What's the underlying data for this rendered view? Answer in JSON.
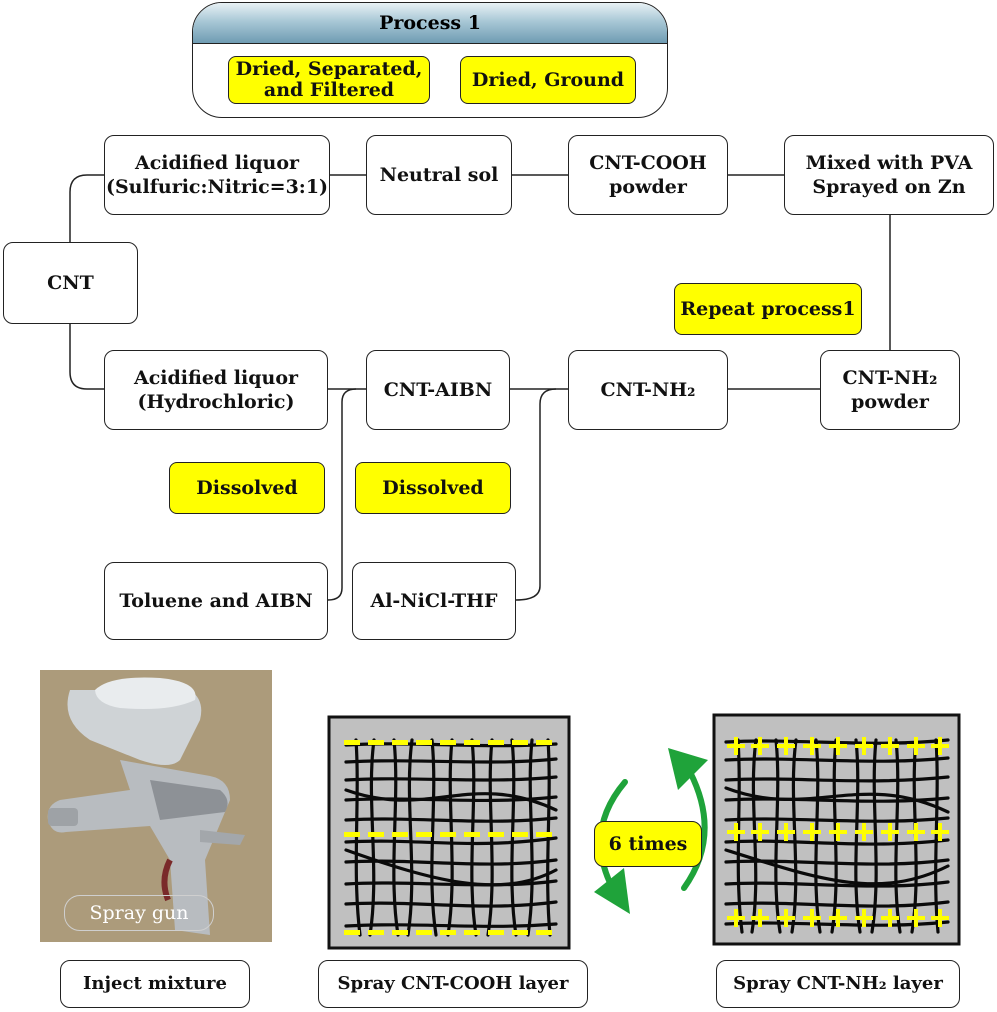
{
  "process": {
    "title": "Process 1",
    "step_a": "Dried, Separated,\nand Filtered",
    "step_b": "Dried, Ground"
  },
  "nodes": {
    "cnt": "CNT",
    "acid_sulfuric": "Acidified liquor\n(Sulfuric:Nitric=3:1)",
    "neutral_sol": "Neutral sol",
    "cnt_cooh_powder": "CNT-COOH\npowder",
    "mixed_pva": "Mixed with PVA\nSprayed on Zn",
    "acid_hydrochloric": "Acidified liquor\n(Hydrochloric)",
    "cnt_aibn": "CNT-AIBN",
    "cnt_nh2": "CNT-NH₂",
    "cnt_nh2_powder": "CNT-NH₂\npowder",
    "toluene_aibn": "Toluene and AIBN",
    "al_nicl_thf": "Al-NiCl-THF"
  },
  "tags": {
    "repeat": "Repeat process1",
    "dissolved_1": "Dissolved",
    "dissolved_2": "Dissolved",
    "six_times": "6 times"
  },
  "bottom": {
    "photo_label": "Spray gun",
    "inject": "Inject mixture",
    "spray_cooh": "Spray CNT-COOH layer",
    "spray_nh2": "Spray CNT-NH₂ layer"
  },
  "colors": {
    "highlight": "#ffff00",
    "arrow": "#1fa33a",
    "panel_bg": "#c0c0c0",
    "header_blue": "#6f9cb3"
  },
  "marks": {
    "negative": "−",
    "positive": "+"
  }
}
